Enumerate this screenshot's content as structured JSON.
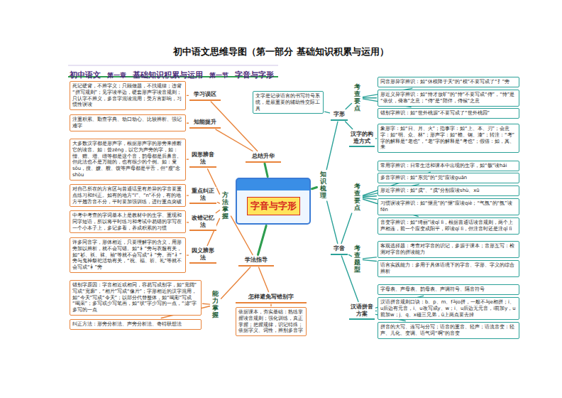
{
  "diagram": {
    "title": "初中语文思维导图（第一部分 基础知识积累与运用）",
    "nodes": [
      {
        "text": [
          "字音与字形"
        ]
      },
      {
        "text": [
          "总结升华"
        ]
      },
      {
        "text": [
          "学习误区"
        ]
      },
      {
        "text": [
          "死记硬背，不辨字义；只顾做题，不找规律；违背“拼写规则”；见字读半边，硬套形声字读音规则；只认字不辨义，多音字混读混用；受方言影响，习惯性误读"
        ]
      },
      {
        "text": [
          "知能提升"
        ]
      },
      {
        "text": [
          "注重积累、勤查字典、动口动心、比较辨析、强记难字"
        ]
      },
      {
        "text": [
          "学法指导"
        ]
      },
      {
        "text": [
          "方法掌握"
        ]
      },
      {
        "text": [
          "因形辨音法"
        ]
      },
      {
        "text": [
          "大多数汉字都是形声字，根据形声字的形旁来推断它的读音。如：曾zēng，以它为声旁的字，如：憎、赠、增、缯等都是这个音，韵母都是后鼻音。但此法也不是万能的，也有很少的个例。如：叟sǒu，搜、嫂、艘、馊等声母都是平舌，但“瘦”念shòu"
        ]
      },
      {
        "text": [
          "重点纠正法"
        ]
      },
      {
        "text": [
          "对自己所在的方言区与普通话里有差异的字音要重点练习和纠正。如有的地方“l”、“n”不分，有的地方平翘舌音不分，平时要加强训练，进行重点突破"
        ]
      },
      {
        "text": [
          "改错记忆法"
        ]
      },
      {
        "text": [
          "中考中考查的字词基本上是教材中的生字、重现和同字短语，所以将平时练习和考试中易错的字写在一个小本子上，多记多看，养成积累的习惯"
        ]
      },
      {
        "text": [
          "因义辨形法"
        ]
      },
      {
        "text": [
          "许多同音字，形体相近，只要理解字的含义，用形旁加以辨析，就不会写错。如“衤”旁与衣服有关，如“衫、袄、袜、袖”等就不会写成“礻”旁。而“礻”旁与鬼神祭祀活动有关，“祝、福、祈、礼”等就不会写成“衤”旁"
        ]
      },
      {
        "text": [
          "能力掌握"
        ]
      },
      {
        "text": [
          "错别字原因：字音相近或相同，容易写成别字，如“宽阔”写成“宽廓”，“相片”写成“像片”；字形相近的汉字混用，如“今天”写成“令天”；以部分代替整体，如“喝彩”写成“喝采”；多写或少写笔画，如“状”字少写的一点，“滤”字多写的一点"
        ]
      },
      {
        "text": [
          "纠正方法：形旁分析法、声旁分析法、奇特联想法"
        ]
      },
      {
        "text": [
          "怎样避免写错别字"
        ]
      },
      {
        "text": [
          "依据课本，夯实基础：熟练掌握读音规则；强化训练，真正掌握；把握规律，识记特殊；依据字义、词性，辨别多音字"
        ]
      },
      {
        "text": [
          "知识梳理"
        ]
      },
      {
        "text": [
          "字形"
        ]
      },
      {
        "text": [
          "文字是记录语言的书写符号系统，是最重要的辅助性交际工具"
        ]
      },
      {
        "text": [
          "考查要点"
        ]
      },
      {
        "text": [
          "同音形异字辨识：如“休模降于天”的“模”不要写成了“扌”旁"
        ]
      },
      {
        "text": [
          "形近义异字辨识：如“恃才放旷”的“恃”不要写成“侍”，“恃”是“依仗，倚靠”之意；“侍”是“陪伴，侍候”之意"
        ]
      },
      {
        "text": [
          "错别字辨识：如“世外桃源”不要写成了“世外桃园”"
        ]
      },
      {
        "text": [
          "汉字的构造方式"
        ]
      },
      {
        "text": [
          "象形字：如“日、月、火”；指事字：如“上、本、刃”；会意字：如“明、众、林”；形声字：如“赣、钢、漆”；转注：“考”字的解释是“老也”，“老”字的解释是“考也”；假借：如，其、来"
        ]
      },
      {
        "text": [
          "字音"
        ]
      },
      {
        "text": [
          "考查要点"
        ]
      },
      {
        "text": [
          "常用字辨识：日常生活和课本中出现的生字，如“骸”读hái"
        ]
      },
      {
        "text": [
          "多音字辨识：如“东莞”的“莞”应读guǎn"
        ]
      },
      {
        "text": [
          "形近字辨识：如“戍”、“戌”分别应读shù、xū"
        ]
      },
      {
        "text": [
          "习惯误读字辨识：如“惬意”的“惬”应读qiè；“气氛”的“氛”读fēn"
        ]
      },
      {
        "text": [
          "音变字辨识：如“绮丽”读qǐ lì，根据普通话读音规则，两个上声相连，前一个应变成阳平，即读qí lì，但注音时还是注qǐ lì"
        ]
      },
      {
        "text": [
          "考查题型"
        ]
      },
      {
        "text": [
          "客观选择题：考查对字音的识记，多源于课本；音形互写：检测对字音的拼读能力"
        ]
      },
      {
        "text": [
          "语言实践能力：多用于具体语境下的字音、字形、字义的综合辨析"
        ]
      },
      {
        "text": [
          "汉语拼音方案"
        ]
      },
      {
        "text": [
          "字母表、声母表、韵母表、声调符号、隔音符号"
        ]
      },
      {
        "text": [
          "汉语拼音规则口诀：b、p、m、f与o拼，一般不与e相拼；i、u后边有元音，i、u改写成y、w；i、u后边无元音，i前加y，u前加w；j、q、x碰三兄弟，ü上两点要去掉"
        ]
      },
      {
        "text": [
          "拼音的大写、连写与分写；语音的重音、轻声；语流音变：轻声、儿化、变调、语气词“啊”的音变"
        ]
      }
    ],
    "edges": [
      {
        "from": 0,
        "to": 1,
        "arrow": "none"
      },
      {
        "from": 1,
        "to": 2,
        "arrow": "none"
      },
      {
        "from": 2,
        "to": 3,
        "arrow": "none"
      },
      {
        "from": 1,
        "to": 4,
        "arrow": "none"
      },
      {
        "from": 4,
        "to": 5,
        "arrow": "none"
      },
      {
        "from": 0,
        "to": 6,
        "arrow": "none"
      },
      {
        "from": 6,
        "to": 7,
        "arrow": "none"
      },
      {
        "from": 7,
        "to": 8,
        "arrow": "none"
      },
      {
        "from": 8,
        "to": 9,
        "arrow": "none"
      },
      {
        "from": 7,
        "to": 10,
        "arrow": "none"
      },
      {
        "from": 10,
        "to": 11,
        "arrow": "none"
      },
      {
        "from": 7,
        "to": 12,
        "arrow": "none"
      },
      {
        "from": 12,
        "to": 13,
        "arrow": "none"
      },
      {
        "from": 7,
        "to": 14,
        "arrow": "none"
      },
      {
        "from": 14,
        "to": 15,
        "arrow": "none"
      },
      {
        "from": 6,
        "to": 16,
        "arrow": "none"
      },
      {
        "from": 16,
        "to": 17,
        "arrow": "none"
      },
      {
        "from": 16,
        "to": 18,
        "arrow": "none"
      },
      {
        "from": 6,
        "to": 19,
        "arrow": "none"
      },
      {
        "from": 19,
        "to": 20,
        "arrow": "none"
      },
      {
        "from": 0,
        "to": 21,
        "arrow": "none"
      },
      {
        "from": 21,
        "to": 22,
        "arrow": "none"
      },
      {
        "from": 22,
        "to": 23,
        "arrow": "none"
      },
      {
        "from": 22,
        "to": 24,
        "arrow": "none"
      },
      {
        "from": 24,
        "to": 25,
        "arrow": "none"
      },
      {
        "from": 24,
        "to": 26,
        "arrow": "none"
      },
      {
        "from": 24,
        "to": 27,
        "arrow": "none"
      },
      {
        "from": 22,
        "to": 28,
        "arrow": "none"
      },
      {
        "from": 28,
        "to": 29,
        "arrow": "none"
      },
      {
        "from": 21,
        "to": 30,
        "arrow": "none"
      },
      {
        "from": 30,
        "to": 31,
        "arrow": "none"
      },
      {
        "from": 31,
        "to": 32,
        "arrow": "none"
      },
      {
        "from": 31,
        "to": 33,
        "arrow": "none"
      },
      {
        "from": 31,
        "to": 34,
        "arrow": "none"
      },
      {
        "from": 31,
        "to": 35,
        "arrow": "none"
      },
      {
        "from": 31,
        "to": 36,
        "arrow": "none"
      },
      {
        "from": 30,
        "to": 37,
        "arrow": "none"
      },
      {
        "from": 37,
        "to": 38,
        "arrow": "none"
      },
      {
        "from": 37,
        "to": 39,
        "arrow": "none"
      },
      {
        "from": 30,
        "to": 40,
        "arrow": "none"
      },
      {
        "from": 40,
        "to": 41,
        "arrow": "none"
      },
      {
        "from": 40,
        "to": 42,
        "arrow": "none"
      },
      {
        "from": 40,
        "to": 43,
        "arrow": "none"
      }
    ],
    "labels": [
      "初中语文",
      "第一章",
      "基础知识积累与运用",
      "第一节",
      "字音与字形"
    ]
  }
}
